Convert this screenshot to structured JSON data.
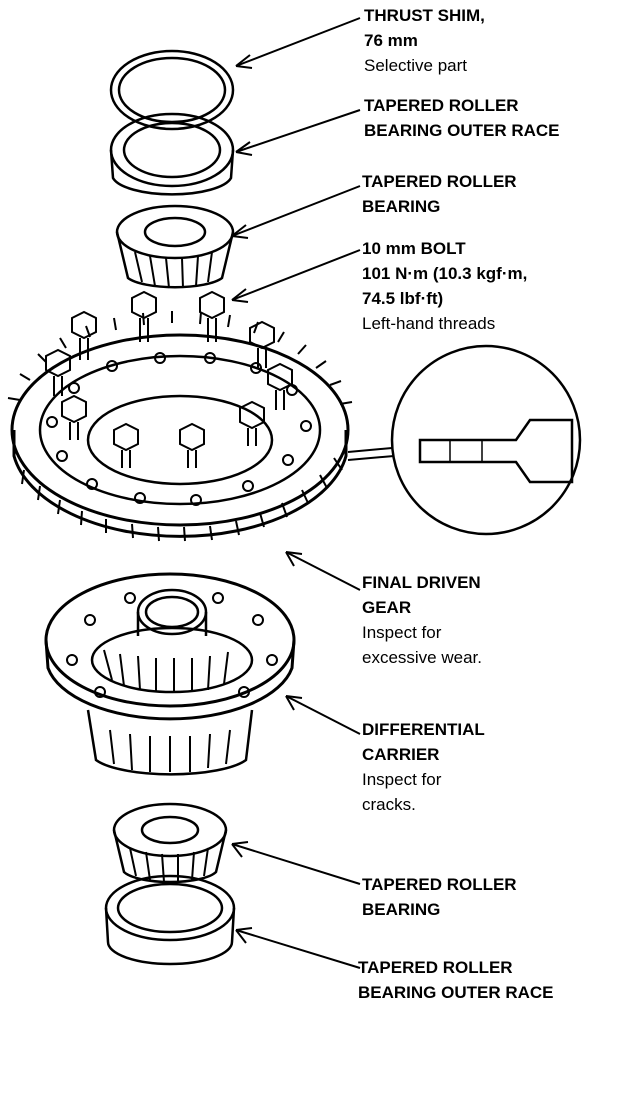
{
  "callouts": [
    {
      "id": "thrust-shim",
      "bold": [
        "THRUST SHIM,",
        "76 mm"
      ],
      "normal": [
        "Selective part"
      ]
    },
    {
      "id": "outer-race-top",
      "bold": [
        "TAPERED ROLLER",
        "BEARING OUTER RACE"
      ],
      "normal": []
    },
    {
      "id": "bearing-top",
      "bold": [
        "TAPERED ROLLER",
        "BEARING"
      ],
      "normal": []
    },
    {
      "id": "bolt",
      "bold": [
        "10 mm BOLT",
        "101 N·m (10.3 kgf·m,",
        "74.5 lbf·ft)"
      ],
      "normal": [
        "Left-hand threads"
      ]
    },
    {
      "id": "final-gear",
      "bold": [
        "FINAL DRIVEN",
        "GEAR"
      ],
      "normal": [
        "Inspect for",
        "excessive wear."
      ]
    },
    {
      "id": "carrier",
      "bold": [
        "DIFFERENTIAL",
        "CARRIER"
      ],
      "normal": [
        "Inspect for",
        "cracks."
      ]
    },
    {
      "id": "bearing-bottom",
      "bold": [
        "TAPERED ROLLER",
        "BEARING"
      ],
      "normal": []
    },
    {
      "id": "outer-race-bottom",
      "bold": [
        "TAPERED ROLLER",
        "BEARING OUTER RACE"
      ],
      "normal": []
    }
  ]
}
